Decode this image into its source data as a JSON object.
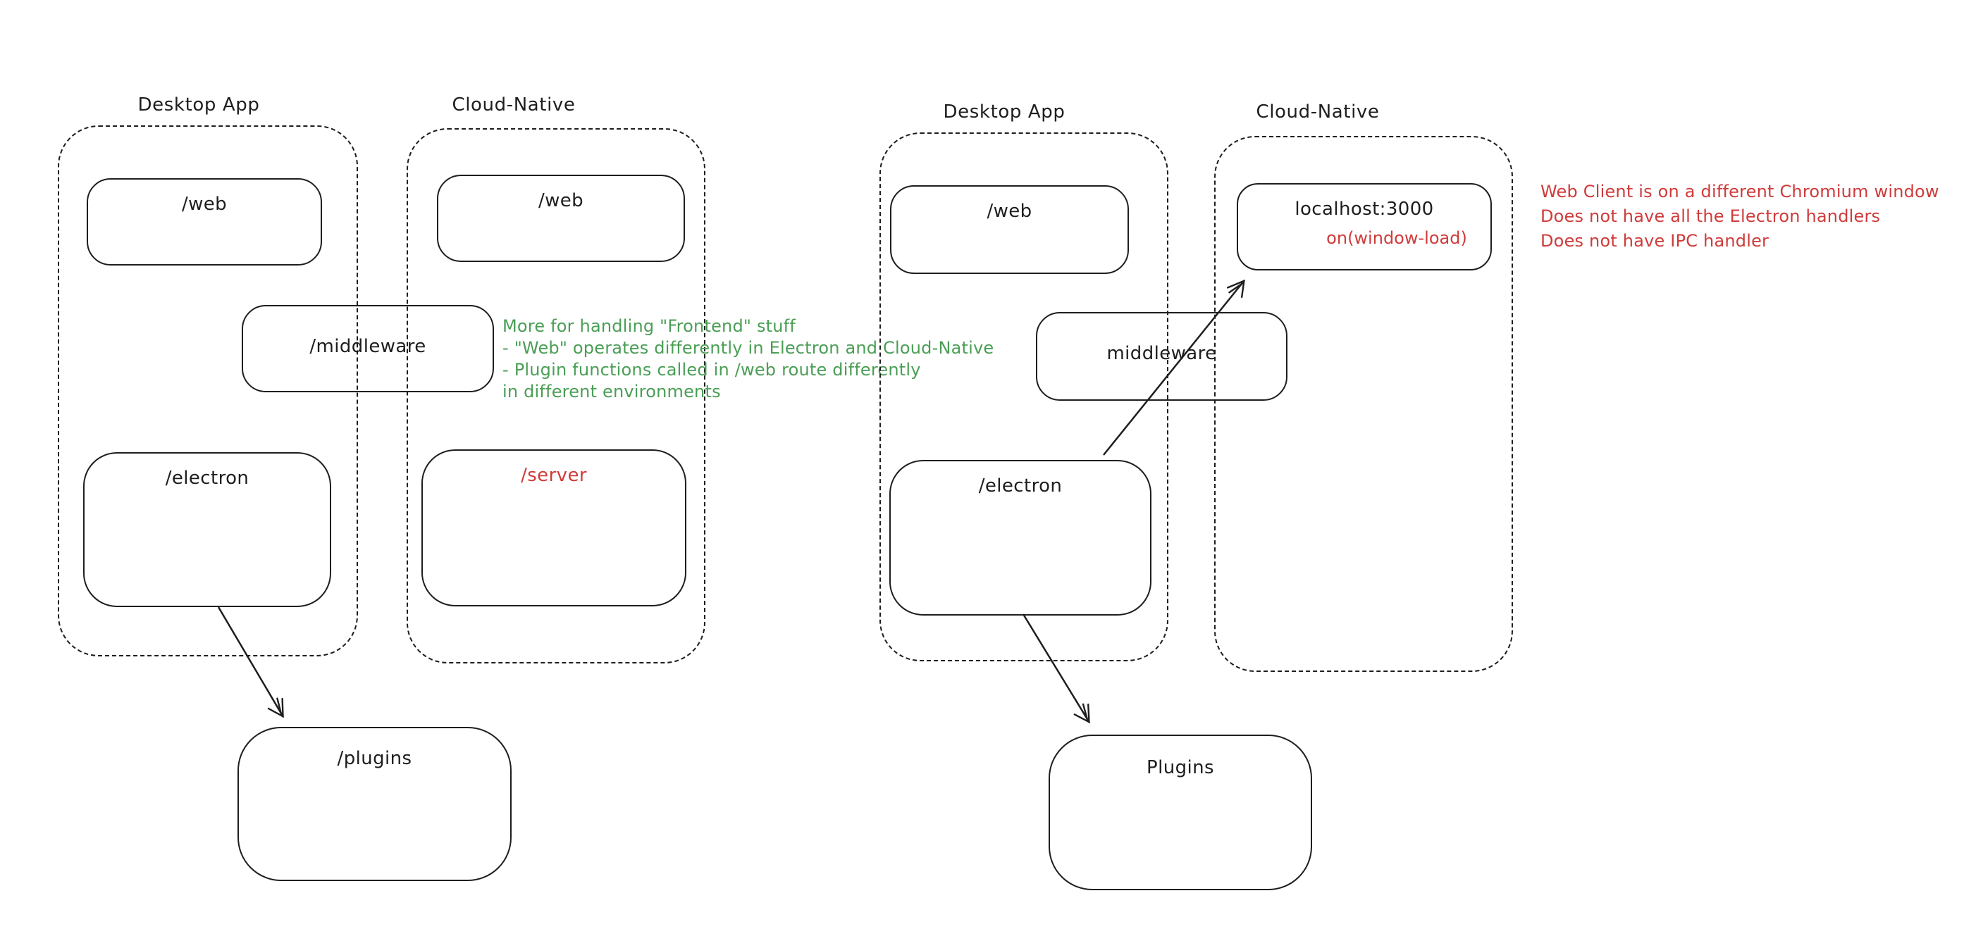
{
  "colors": {
    "stroke": "#1e1e1e",
    "green": "#4a9e55",
    "red": "#d03b3b",
    "background": "#ffffff"
  },
  "left": {
    "desktop_label": "Desktop App",
    "cloud_label": "Cloud-Native",
    "nodes": {
      "web_desktop": "/web",
      "web_cloud": "/web",
      "middleware": "/middleware",
      "electron": "/electron",
      "server": "/server",
      "plugins": "/plugins"
    },
    "note_lines": [
      "More for handling \"Frontend\" stuff",
      "- \"Web\" operates differently in Electron and Cloud-Native",
      "- Plugin functions called in /web route differently",
      "in different environments"
    ]
  },
  "right": {
    "desktop_label": "Desktop App",
    "cloud_label": "Cloud-Native",
    "nodes": {
      "web": "/web",
      "middleware": "middleware",
      "electron": "/electron",
      "localhost": "localhost:3000",
      "window_load": "on(window-load)",
      "plugins": "Plugins"
    },
    "note_lines": [
      "Web Client is on a different Chromium window",
      "Does not have all the Electron handlers",
      "Does not have IPC handler"
    ]
  }
}
